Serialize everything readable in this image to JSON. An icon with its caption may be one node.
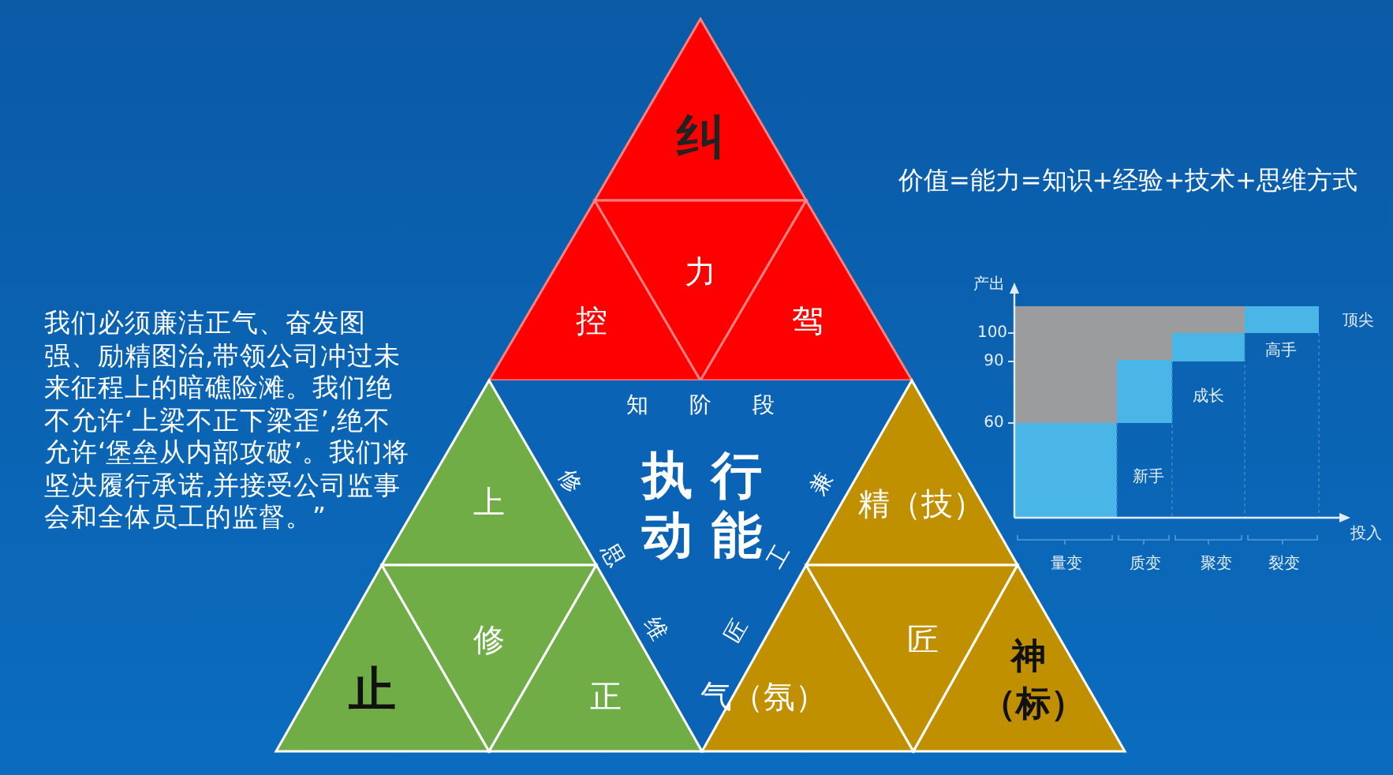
{
  "diagram": {
    "nodes": [
      {
        "text": [
          "纠"
        ]
      },
      {
        "text": [
          "控"
        ]
      },
      {
        "text": [
          "力"
        ]
      },
      {
        "text": [
          "驾"
        ]
      },
      {
        "text": [
          "执行动能"
        ]
      },
      {
        "text": [
          "上"
        ]
      },
      {
        "text": [
          "止"
        ]
      },
      {
        "text": [
          "修"
        ]
      },
      {
        "text": [
          "正"
        ]
      },
      {
        "text": [
          "精（技）"
        ]
      },
      {
        "text": [
          "气（氛）"
        ]
      },
      {
        "text": [
          "匠"
        ]
      },
      {
        "text": [
          "神（标）"
        ]
      }
    ],
    "edges": [],
    "labels": [
      "价值=能力=知识+经验+技术+思维方式",
      "我们必须廉洁正气、奋发图强、励精图治,带领公司冲过未来征程上的暗礁险滩。我们绝不允许‘上梁不正下梁歪’,绝不允许‘堡垒从内部攻破’。我们将坚决履行承诺,并接受公司监事会和全体员工的监督。”",
      "知阶段",
      "修思维",
      "匠工兼",
      "产出",
      "顶尖",
      "100",
      "90",
      "高手",
      "成长",
      "60",
      "新手",
      "投入",
      "量变",
      "质变",
      "聚变",
      "裂变"
    ]
  }
}
